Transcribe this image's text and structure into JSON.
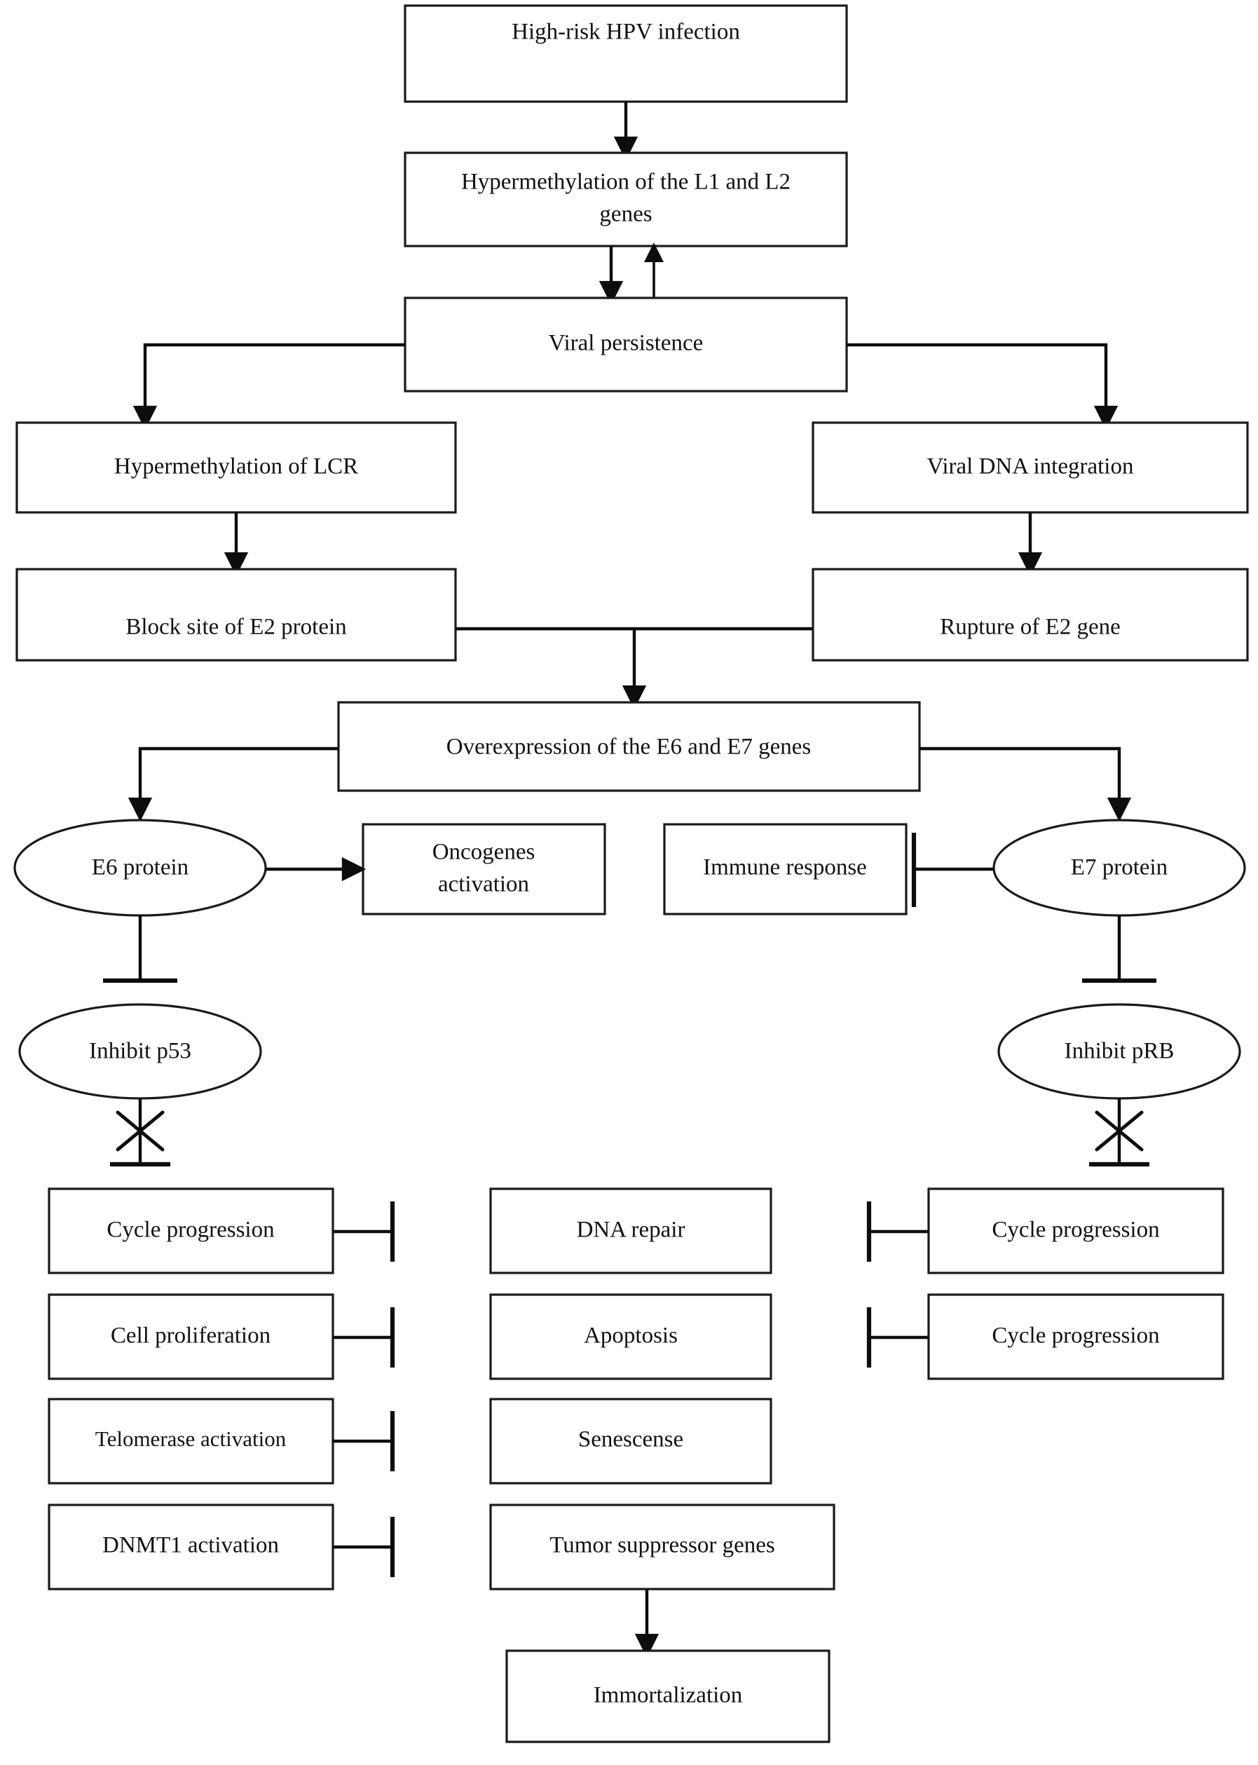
{
  "diagram": {
    "title": "HPV oncogenesis pathway flowchart",
    "type": "flowchart",
    "colors": {
      "stroke": "#0d0d0d",
      "box_fill": "#ffffff",
      "background": "#ffffff"
    },
    "nodes": {
      "hpv_infection": {
        "label": "High-risk HPV infection",
        "shape": "rect"
      },
      "hypermethylation_l1l2_line1": {
        "label": "Hypermethylation of the L1 and L2",
        "shape": "rect"
      },
      "hypermethylation_l1l2_line2": {
        "label": "genes",
        "shape": "rect"
      },
      "viral_persistence": {
        "label": "Viral persistence",
        "shape": "rect"
      },
      "hypermethylation_lcr": {
        "label": "Hypermethylation of LCR",
        "shape": "rect"
      },
      "viral_dna_integration": {
        "label": "Viral DNA integration",
        "shape": "rect"
      },
      "block_e2_protein": {
        "label": "Block site of E2 protein",
        "shape": "rect"
      },
      "rupture_e2_gene": {
        "label": "Rupture of E2 gene",
        "shape": "rect"
      },
      "overexpression_e6e7": {
        "label": "Overexpression of the E6 and E7 genes",
        "shape": "rect"
      },
      "e6_protein": {
        "label": "E6  protein",
        "shape": "ellipse"
      },
      "e7_protein": {
        "label": "E7 protein",
        "shape": "ellipse"
      },
      "oncogenes_line1": {
        "label": "Oncogenes",
        "shape": "rect"
      },
      "oncogenes_line2": {
        "label": "activation",
        "shape": "rect"
      },
      "immune_response": {
        "label": "Immune response",
        "shape": "rect"
      },
      "inhibit_p53": {
        "label": "Inhibit p53",
        "shape": "ellipse"
      },
      "inhibit_prb": {
        "label": "Inhibit pRB",
        "shape": "ellipse"
      },
      "left_cycle_progression": {
        "label": "Cycle progression",
        "shape": "rect"
      },
      "left_cell_proliferation": {
        "label": "Cell proliferation",
        "shape": "rect"
      },
      "left_telomerase_activation": {
        "label": "Telomerase activation",
        "shape": "rect"
      },
      "left_dnmt1_activation": {
        "label": "DNMT1 activation",
        "shape": "rect"
      },
      "mid_dna_repair": {
        "label": "DNA repair",
        "shape": "rect"
      },
      "mid_apoptosis": {
        "label": "Apoptosis",
        "shape": "rect"
      },
      "mid_senescense": {
        "label": "Senescense",
        "shape": "rect"
      },
      "mid_tumor_suppressor_genes": {
        "label": "Tumor suppressor genes",
        "shape": "rect"
      },
      "mid_immortalization": {
        "label": "Immortalization",
        "shape": "rect"
      },
      "right_cycle_progression_1": {
        "label": "Cycle progression",
        "shape": "rect"
      },
      "right_cycle_progression_2": {
        "label": "Cycle progression",
        "shape": "rect"
      }
    },
    "edges": [
      {
        "from": "hpv_infection",
        "to": "hypermethylation_l1l2",
        "kind": "arrow"
      },
      {
        "from": "hypermethylation_l1l2",
        "to": "viral_persistence",
        "kind": "arrow"
      },
      {
        "from": "viral_persistence",
        "to": "hypermethylation_l1l2",
        "kind": "arrow"
      },
      {
        "from": "viral_persistence",
        "to": "hypermethylation_lcr",
        "kind": "arrow"
      },
      {
        "from": "viral_persistence",
        "to": "viral_dna_integration",
        "kind": "arrow"
      },
      {
        "from": "hypermethylation_lcr",
        "to": "block_e2_protein",
        "kind": "arrow"
      },
      {
        "from": "viral_dna_integration",
        "to": "rupture_e2_gene",
        "kind": "arrow"
      },
      {
        "from": "block_e2_protein+rupture_e2_gene",
        "to": "overexpression_e6e7",
        "kind": "arrow"
      },
      {
        "from": "overexpression_e6e7",
        "to": "e6_protein",
        "kind": "arrow"
      },
      {
        "from": "overexpression_e6e7",
        "to": "e7_protein",
        "kind": "arrow"
      },
      {
        "from": "e6_protein",
        "to": "oncogenes_activation",
        "kind": "arrow"
      },
      {
        "from": "e7_protein",
        "to": "immune_response",
        "kind": "inhibition"
      },
      {
        "from": "e6_protein",
        "to": "inhibit_p53",
        "kind": "inhibition"
      },
      {
        "from": "e7_protein",
        "to": "inhibit_prb",
        "kind": "inhibition"
      },
      {
        "from": "inhibit_p53",
        "to": "left_column",
        "kind": "blocked-inhibition"
      },
      {
        "from": "inhibit_prb",
        "to": "right_column",
        "kind": "blocked-inhibition"
      },
      {
        "from": "left_cycle_progression",
        "to": "blocked",
        "kind": "inhibition"
      },
      {
        "from": "left_cell_proliferation",
        "to": "blocked",
        "kind": "inhibition"
      },
      {
        "from": "left_telomerase_activation",
        "to": "blocked",
        "kind": "inhibition"
      },
      {
        "from": "left_dnmt1_activation",
        "to": "blocked",
        "kind": "inhibition"
      },
      {
        "from": "right_cycle_progression_1",
        "to": "blocked",
        "kind": "inhibition"
      },
      {
        "from": "right_cycle_progression_2",
        "to": "blocked",
        "kind": "inhibition"
      },
      {
        "from": "mid_tumor_suppressor_genes",
        "to": "mid_immortalization",
        "kind": "arrow"
      }
    ]
  }
}
